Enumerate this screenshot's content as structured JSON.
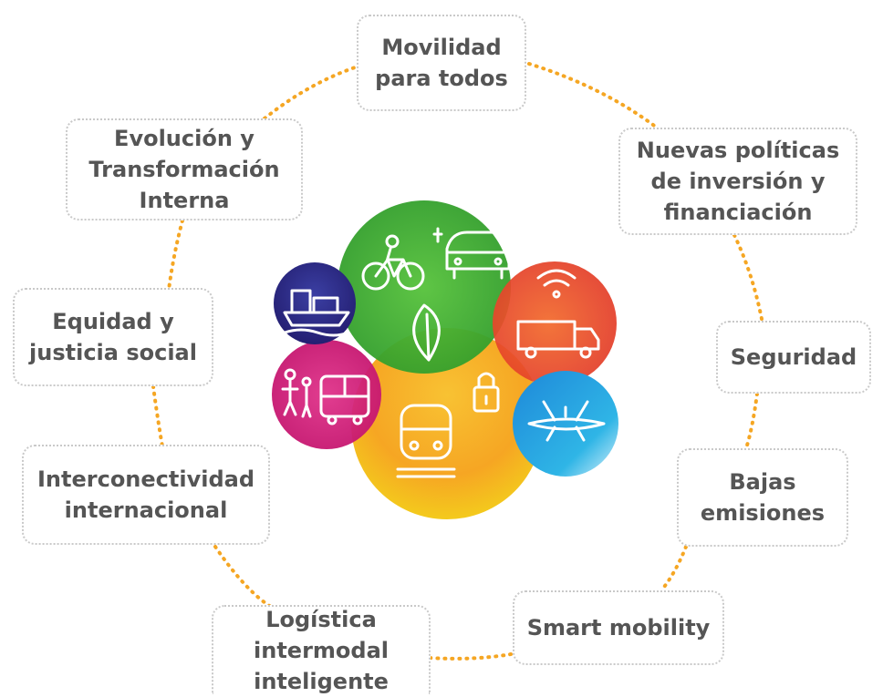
{
  "colors": {
    "connector": "#f5a623",
    "box_border": "#c9c9c9",
    "text": "#555555",
    "green": "#43b02a",
    "yellow_orange": "#f6a623",
    "red_orange": "#ee5127",
    "magenta": "#d81b7a",
    "navy": "#2e3192",
    "blue": "#1e9bd7"
  },
  "pillars": [
    {
      "text": "Movilidad\npara todos"
    },
    {
      "text": "Nuevas políticas\nde inversión y\nfinanciación"
    },
    {
      "text": "Seguridad"
    },
    {
      "text": "Bajas\nemisiones"
    },
    {
      "text": "Smart mobility"
    },
    {
      "text": "Logística\nintermodal\ninteligente"
    },
    {
      "text": "Interconectividad\ninternacional"
    },
    {
      "text": "Equidad y\njusticia social"
    },
    {
      "text": "Evolución y\nTransformación\nInterna"
    }
  ],
  "center_icons": [
    "leaf-icon",
    "bicycle-icon",
    "electric-car-icon",
    "wifi-icon",
    "truck-icon",
    "airplane-icon",
    "lock-icon",
    "train-icon",
    "bus-icon",
    "pedestrian-icon",
    "ship-icon"
  ]
}
